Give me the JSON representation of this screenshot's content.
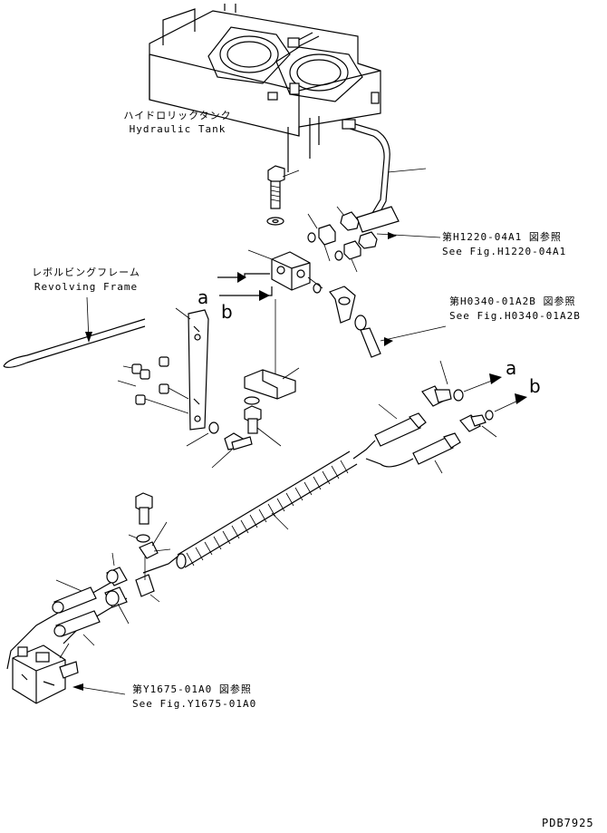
{
  "labels": {
    "hydraulic_tank_jp": "ハイドロリックタンク",
    "hydraulic_tank_en": "Hydraulic Tank",
    "revolving_frame_jp": "レボルビングフレーム",
    "revolving_frame_en": "Revolving Frame",
    "ref_h1220_jp": "第H1220-04A1 図参照",
    "ref_h1220_en": "See Fig.H1220-04A1",
    "ref_h0340_jp": "第H0340-01A2B 図参照",
    "ref_h0340_en": "See Fig.H0340-01A2B",
    "ref_y1675_jp": "第Y1675-01A0 図参照",
    "ref_y1675_en": "See Fig.Y1675-01A0",
    "port_a": "a",
    "port_b": "b",
    "drawing_code": "PDB7925"
  }
}
